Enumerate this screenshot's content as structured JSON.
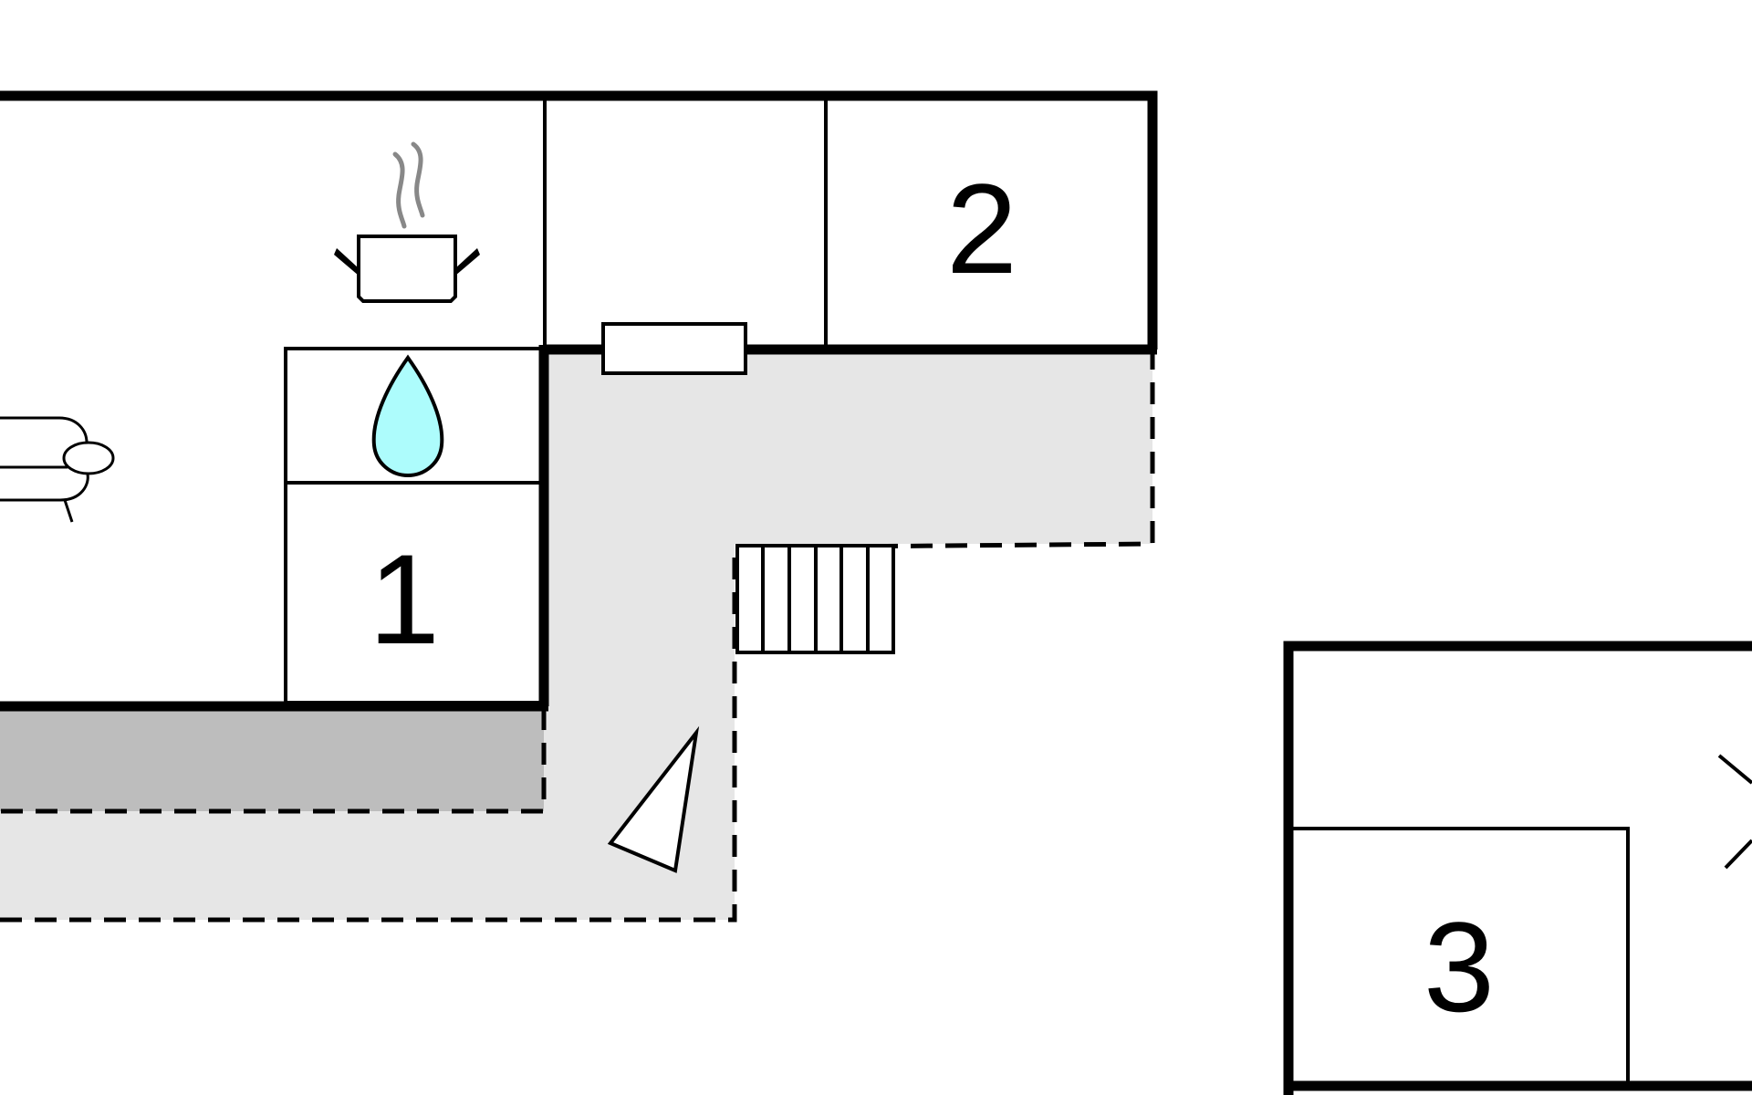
{
  "colors": {
    "background": "#ffffff",
    "wall": "#000000",
    "terrace": "#e6e6e6",
    "covered_terrace": "#bdbdbd",
    "water": "#adfcfc",
    "steam": "#888888"
  },
  "rooms": [
    {
      "id": "bedroom-1",
      "label": "1"
    },
    {
      "id": "bedroom-2",
      "label": "2"
    },
    {
      "id": "bedroom-3",
      "label": "3"
    }
  ],
  "icons": [
    {
      "name": "sofa-icon",
      "meaning": "living room"
    },
    {
      "name": "cooking-pot-icon",
      "meaning": "kitchen"
    },
    {
      "name": "water-drop-icon",
      "meaning": "bathroom"
    },
    {
      "name": "radiator-icon",
      "meaning": "heater"
    },
    {
      "name": "stairs-icon",
      "meaning": "stairs"
    },
    {
      "name": "sail-icon",
      "meaning": "terrace"
    }
  ]
}
